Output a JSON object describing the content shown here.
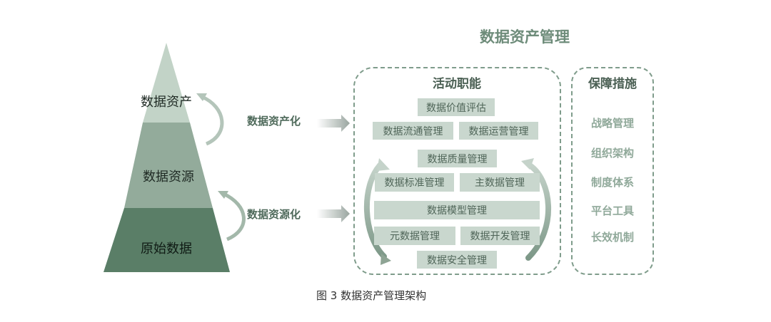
{
  "title": "数据资产管理",
  "pyramid": {
    "levels": [
      "数据资产",
      "数据资源",
      "原始数据"
    ]
  },
  "processes": [
    "数据资产化",
    "数据资源化"
  ],
  "activity": {
    "title": "活动职能",
    "items": {
      "value": "数据价值评估",
      "flow": "数据流通管理",
      "ops": "数据运营管理",
      "quality": "数据质量管理",
      "standard": "数据标准管理",
      "master": "主数据管理",
      "model": "数据模型管理",
      "meta": "元数据管理",
      "dev": "数据开发管理",
      "security": "数据安全管理"
    }
  },
  "safeguard": {
    "title": "保障措施",
    "items": [
      "战略管理",
      "组织架构",
      "制度体系",
      "平台工具",
      "长效机制"
    ]
  },
  "caption": "图 3 数据资产管理架构",
  "colors": {
    "pyramid_top": "#c2d3c7",
    "pyramid_mid": "#93ab9b",
    "pyramid_bottom": "#5a7e67",
    "dashed_border": "#7f9c8b",
    "tag_bg": "#c9d7ce"
  }
}
